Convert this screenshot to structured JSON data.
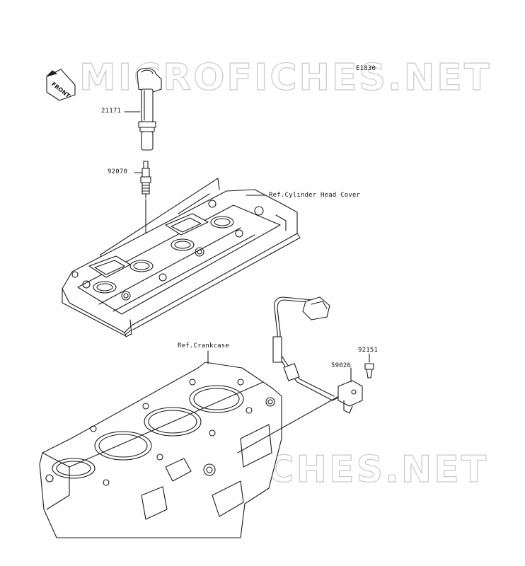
{
  "diagram_code": "E1830",
  "watermark_top": "MICROFICHES.NET",
  "watermark_bottom": "MICROFICHES.NET",
  "front_label": "FRONT",
  "parts": [
    {
      "number": "21171"
    },
    {
      "number": "92070"
    },
    {
      "number": "92151"
    },
    {
      "number": "59026"
    }
  ],
  "refs": {
    "cylinder_head_cover": "Ref.Cylinder Head Cover",
    "crankcase": "Ref.Crankcase"
  }
}
